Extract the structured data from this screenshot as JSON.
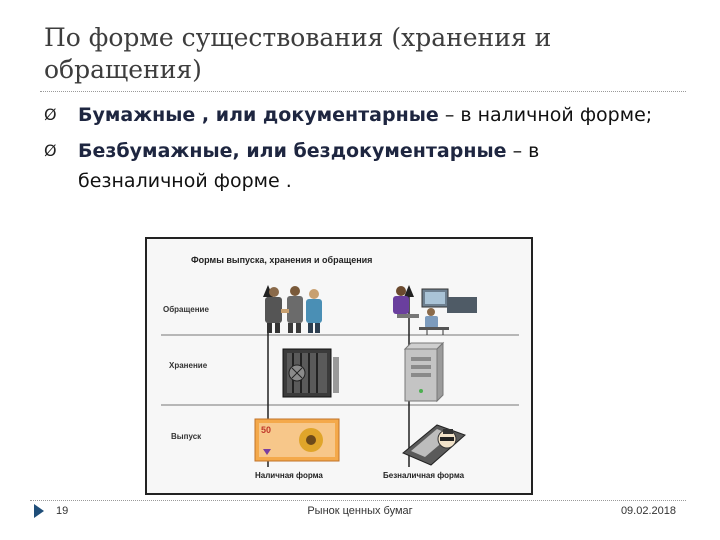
{
  "slide": {
    "title": "По форме существования (хранения и обращения)"
  },
  "bullets": [
    {
      "marker": "Ø",
      "bold": "Бумажные , или документарные",
      "text": " – в наличной форме;"
    },
    {
      "marker": "Ø",
      "bold": "Безбумажные, или бездокументарные",
      "text": " – в безналичной форме ."
    }
  ],
  "figure": {
    "title": "Формы выпуска, хранения и обращения",
    "rows": [
      "Обращение",
      "Хранение",
      "Выпуск"
    ],
    "columns": [
      "Наличная форма",
      "Безналичная форма"
    ],
    "banknote_label": "50",
    "icons": [
      "people-handshake-icon",
      "computer-office-icon",
      "safe-vault-icon",
      "server-tower-icon",
      "banknote-icon",
      "floppy-disk-icon"
    ]
  },
  "footer": {
    "page_number": "19",
    "center": "Рынок ценных бумаг",
    "date": "09.02.2018"
  }
}
